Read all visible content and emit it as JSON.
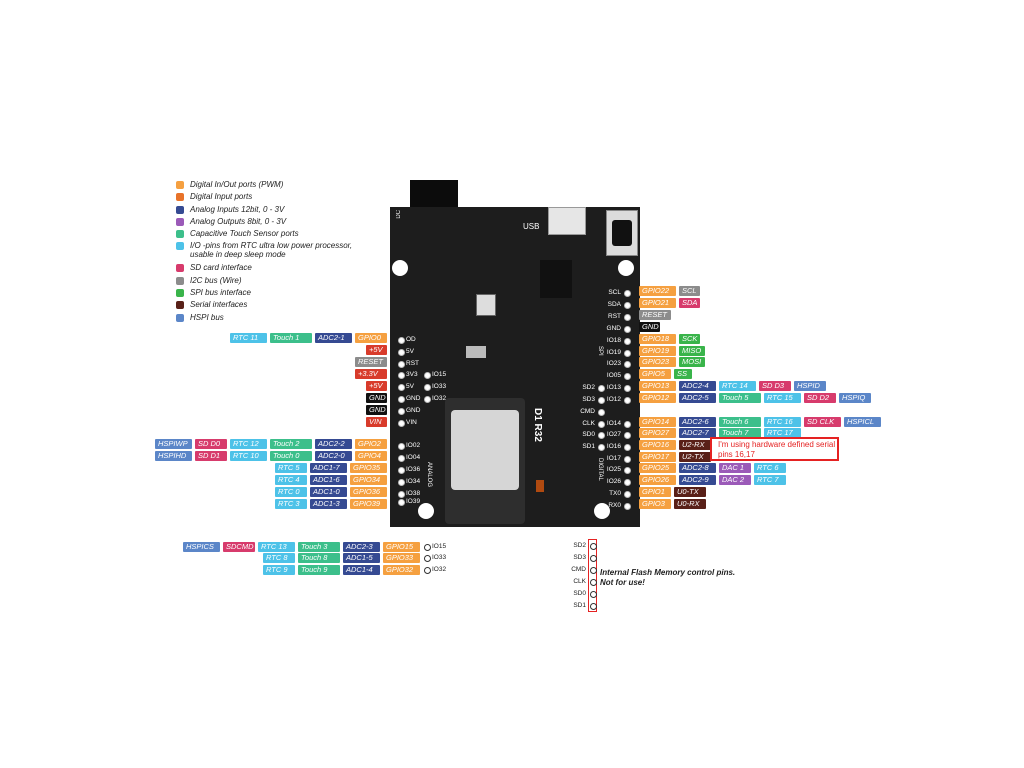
{
  "legend": [
    {
      "label": "Digital In/Out ports (PWM)",
      "color": "#f5a040"
    },
    {
      "label": "Digital Input ports",
      "color": "#e8732a"
    },
    {
      "label": "Analog Inputs 12bit, 0 - 3V",
      "color": "#354a92"
    },
    {
      "label": "Analog Outputs 8bit, 0 - 3V",
      "color": "#9b5ab8"
    },
    {
      "label": "Capacitive Touch Sensor ports",
      "color": "#3cbf8b"
    },
    {
      "label": "I/O -pins from RTC ultra low power processor, usable in deep sleep mode",
      "color": "#4dc2e8"
    },
    {
      "label": "SD card interface",
      "color": "#d73b6c"
    },
    {
      "label": "I2C bus (Wire)",
      "color": "#8c8c8c"
    },
    {
      "label": "SPI bus interface",
      "color": "#39b44a"
    },
    {
      "label": "Serial interfaces",
      "color": "#592018"
    },
    {
      "label": "HSPI bus",
      "color": "#5b86c8"
    }
  ],
  "board": {
    "name": "D1 R32",
    "usb": "USB",
    "dc": "DC",
    "analog": "ANALOG",
    "digital": "DIGITAL",
    "spi": "SPI",
    "left_header": [
      "OD",
      "5V",
      "RST",
      "3V3",
      "5V",
      "GND",
      "GND",
      "VIN"
    ],
    "mid_header": [
      "IO15",
      "IO33",
      "IO32"
    ],
    "analog_header": [
      "IO02",
      "IO04",
      "IO36",
      "IO34",
      "IO38",
      "IO39"
    ],
    "right_header_top": [
      "SCL",
      "SDA",
      "RST",
      "GND",
      "IO18",
      "IO19",
      "IO23",
      "IO05",
      "IO13",
      "IO12"
    ],
    "right_header_bottom": [
      "IO14",
      "IO27",
      "IO16",
      "IO17",
      "IO25",
      "IO26",
      "TX0",
      "RX0"
    ],
    "sd_side": [
      "SD2",
      "SD3",
      "CMD",
      "CLK",
      "SD0",
      "SD1"
    ]
  },
  "tags": {
    "gpio0": [
      "RTC 11",
      "Touch 1",
      "ADC2-1",
      "GPIO0"
    ],
    "power_left": [
      "+5V",
      "RESET",
      "+3.3V",
      "+5V",
      "GND",
      "GND",
      "VIN"
    ],
    "gpio2": [
      "HSPIWP",
      "SD D0",
      "RTC 12",
      "Touch 2",
      "ADC2-2",
      "GPIO2"
    ],
    "gpio4": [
      "HSPIHD",
      "SD D1",
      "RTC 10",
      "Touch 0",
      "ADC2-0",
      "GPIO4"
    ],
    "gpio35": [
      "RTC 5",
      "ADC1-7",
      "GPIO35"
    ],
    "gpio34": [
      "RTC 4",
      "ADC1-6",
      "GPIO34"
    ],
    "gpio36": [
      "RTC 0",
      "ADC1-0",
      "GPIO36"
    ],
    "gpio39": [
      "RTC 3",
      "ADC1-3",
      "GPIO39"
    ],
    "gpio15": [
      "HSPICS",
      "SDCMD",
      "RTC 13",
      "Touch 3",
      "ADC2-3",
      "GPIO15"
    ],
    "gpio33": [
      "RTC 8",
      "Touch 8",
      "ADC1-5",
      "GPIO33"
    ],
    "gpio32": [
      "RTC 9",
      "Touch 9",
      "ADC1-4",
      "GPIO32"
    ],
    "right": [
      [
        "GPIO22",
        "SCL"
      ],
      [
        "GPIO21",
        "SDA"
      ],
      [
        "RESET"
      ],
      [
        "GND"
      ],
      [
        "GPIO18",
        "SCK"
      ],
      [
        "GPIO19",
        "MISO"
      ],
      [
        "GPIO23",
        "MOSI"
      ],
      [
        "GPIO5",
        "SS"
      ],
      [
        "GPIO13",
        "ADC2-4",
        "RTC 14",
        "SD D3",
        "HSPID"
      ],
      [
        "GPIO12",
        "ADC2-5",
        "Touch 5",
        "RTC 15",
        "SD D2",
        "HSPIQ"
      ],
      [
        "GPIO14",
        "ADC2-6",
        "Touch 6",
        "RTC 16",
        "SD CLK",
        "HSPICL"
      ],
      [
        "GPIO27",
        "ADC2-7",
        "Touch 7",
        "RTC 17"
      ],
      [
        "GPIO16",
        "U2-RX"
      ],
      [
        "GPIO17",
        "U2-TX"
      ],
      [
        "GPIO25",
        "ADC2-8",
        "DAC 1",
        "RTC 6"
      ],
      [
        "GPIO26",
        "ADC2-9",
        "DAC 2",
        "RTC 7"
      ],
      [
        "GPIO1",
        "U0-TX"
      ],
      [
        "GPIO3",
        "U0-RX"
      ]
    ]
  },
  "external_pins": {
    "analog_row": [
      "IO15",
      "IO33",
      "IO32"
    ],
    "flash": [
      "SD2",
      "SD3",
      "CMD",
      "CLK",
      "SD0",
      "SD1"
    ]
  },
  "notes": {
    "serial": "I'm using hardware defined serial pins 16,17",
    "flash": "Internal Flash Memory control pins. Not for use!"
  }
}
